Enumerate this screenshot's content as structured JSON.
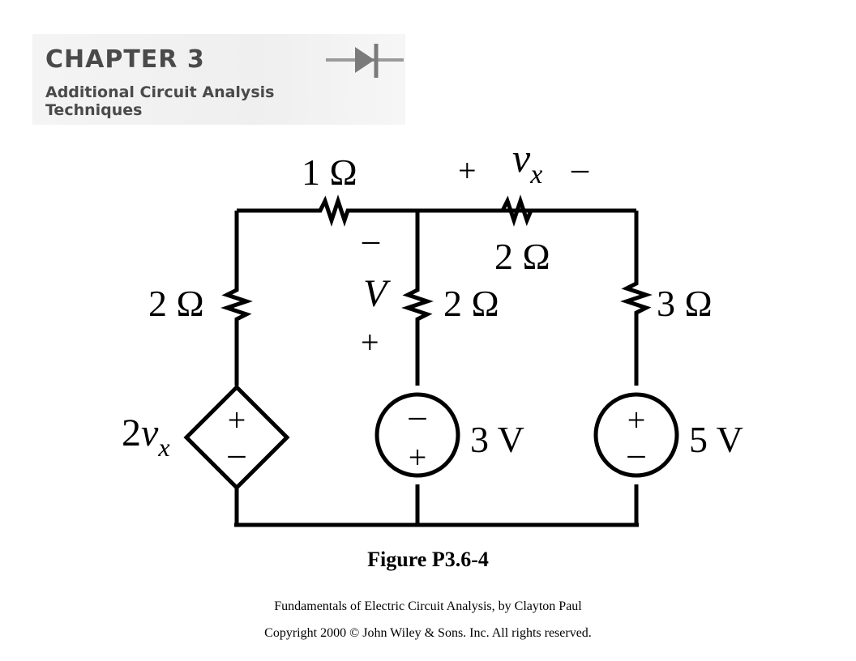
{
  "header": {
    "chapter_title": "CHAPTER 3",
    "subtitle_line1": "Additional Circuit Analysis",
    "subtitle_line2": "Techniques"
  },
  "circuit": {
    "top_left_resistor": "1 Ω",
    "top_right_resistor": "2 Ω",
    "left_branch_resistor": "2 Ω",
    "middle_branch_resistor": "2 Ω",
    "right_branch_resistor": "3 Ω",
    "vx_plus": "+",
    "vx_var": "v",
    "vx_sub": "x",
    "vx_minus": "–",
    "V_minus": "–",
    "V_var": "V",
    "V_plus": "+",
    "dependent_source_coef": "2",
    "dependent_source_var": "v",
    "dependent_source_sub": "x",
    "dependent_source_top": "+",
    "dependent_source_bottom": "–",
    "middle_source_top": "–",
    "middle_source_bottom": "+",
    "middle_source_value": "3 V",
    "right_source_top": "+",
    "right_source_bottom": "–",
    "right_source_value": "5 V"
  },
  "caption": "Figure P3.6-4",
  "credit": "Fundamentals of Electric Circuit Analysis, by Clayton Paul",
  "copyright": "Copyright 2000 © John Wiley & Sons. Inc. All rights reserved."
}
